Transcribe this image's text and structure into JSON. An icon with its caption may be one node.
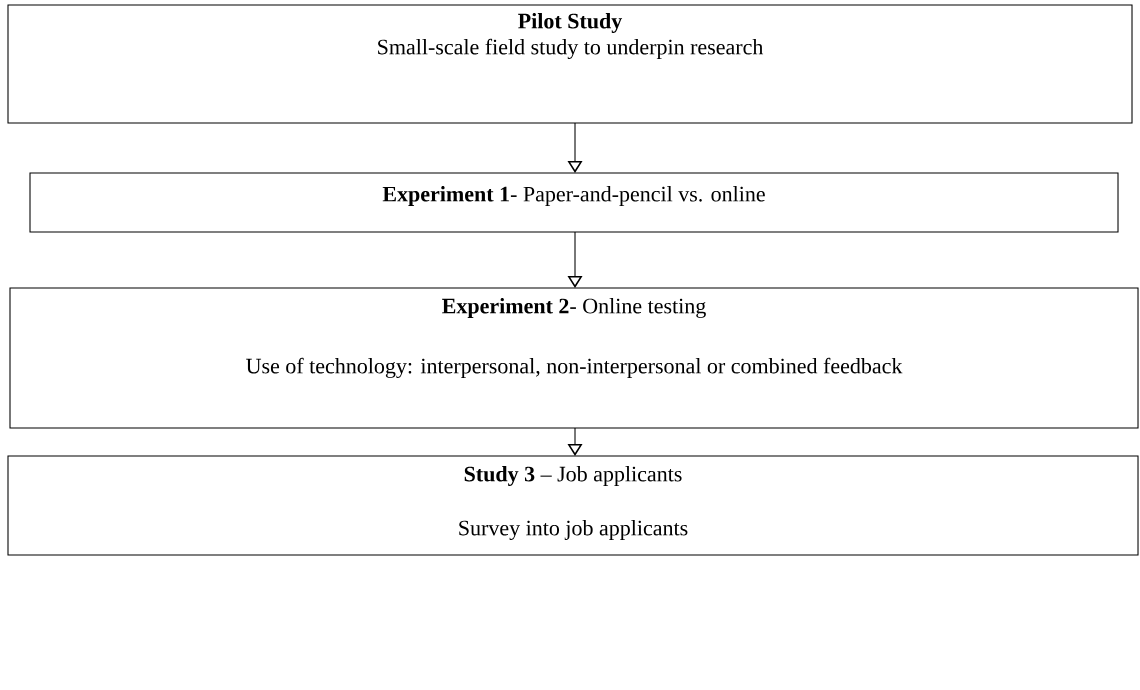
{
  "diagram": {
    "nodes": [
      {
        "text": [
          "Pilot Study",
          "Small-scale field study to underpin research"
        ]
      },
      {
        "text": [
          "**Experiment 1**- Paper-and-pencil vs. online"
        ]
      },
      {
        "text": [
          "**Experiment 2**- Online testing",
          "Use of technology: interpersonal, non-interpersonal or combined feedback"
        ]
      },
      {
        "text": [
          "**Study 3** – Job applicants",
          "Survey into job applicants"
        ]
      }
    ],
    "edges": [
      {
        "from": 0,
        "to": 1,
        "arrow": "to"
      },
      {
        "from": 1,
        "to": 2,
        "arrow": "to"
      },
      {
        "from": 2,
        "to": 3,
        "arrow": "to"
      }
    ]
  }
}
